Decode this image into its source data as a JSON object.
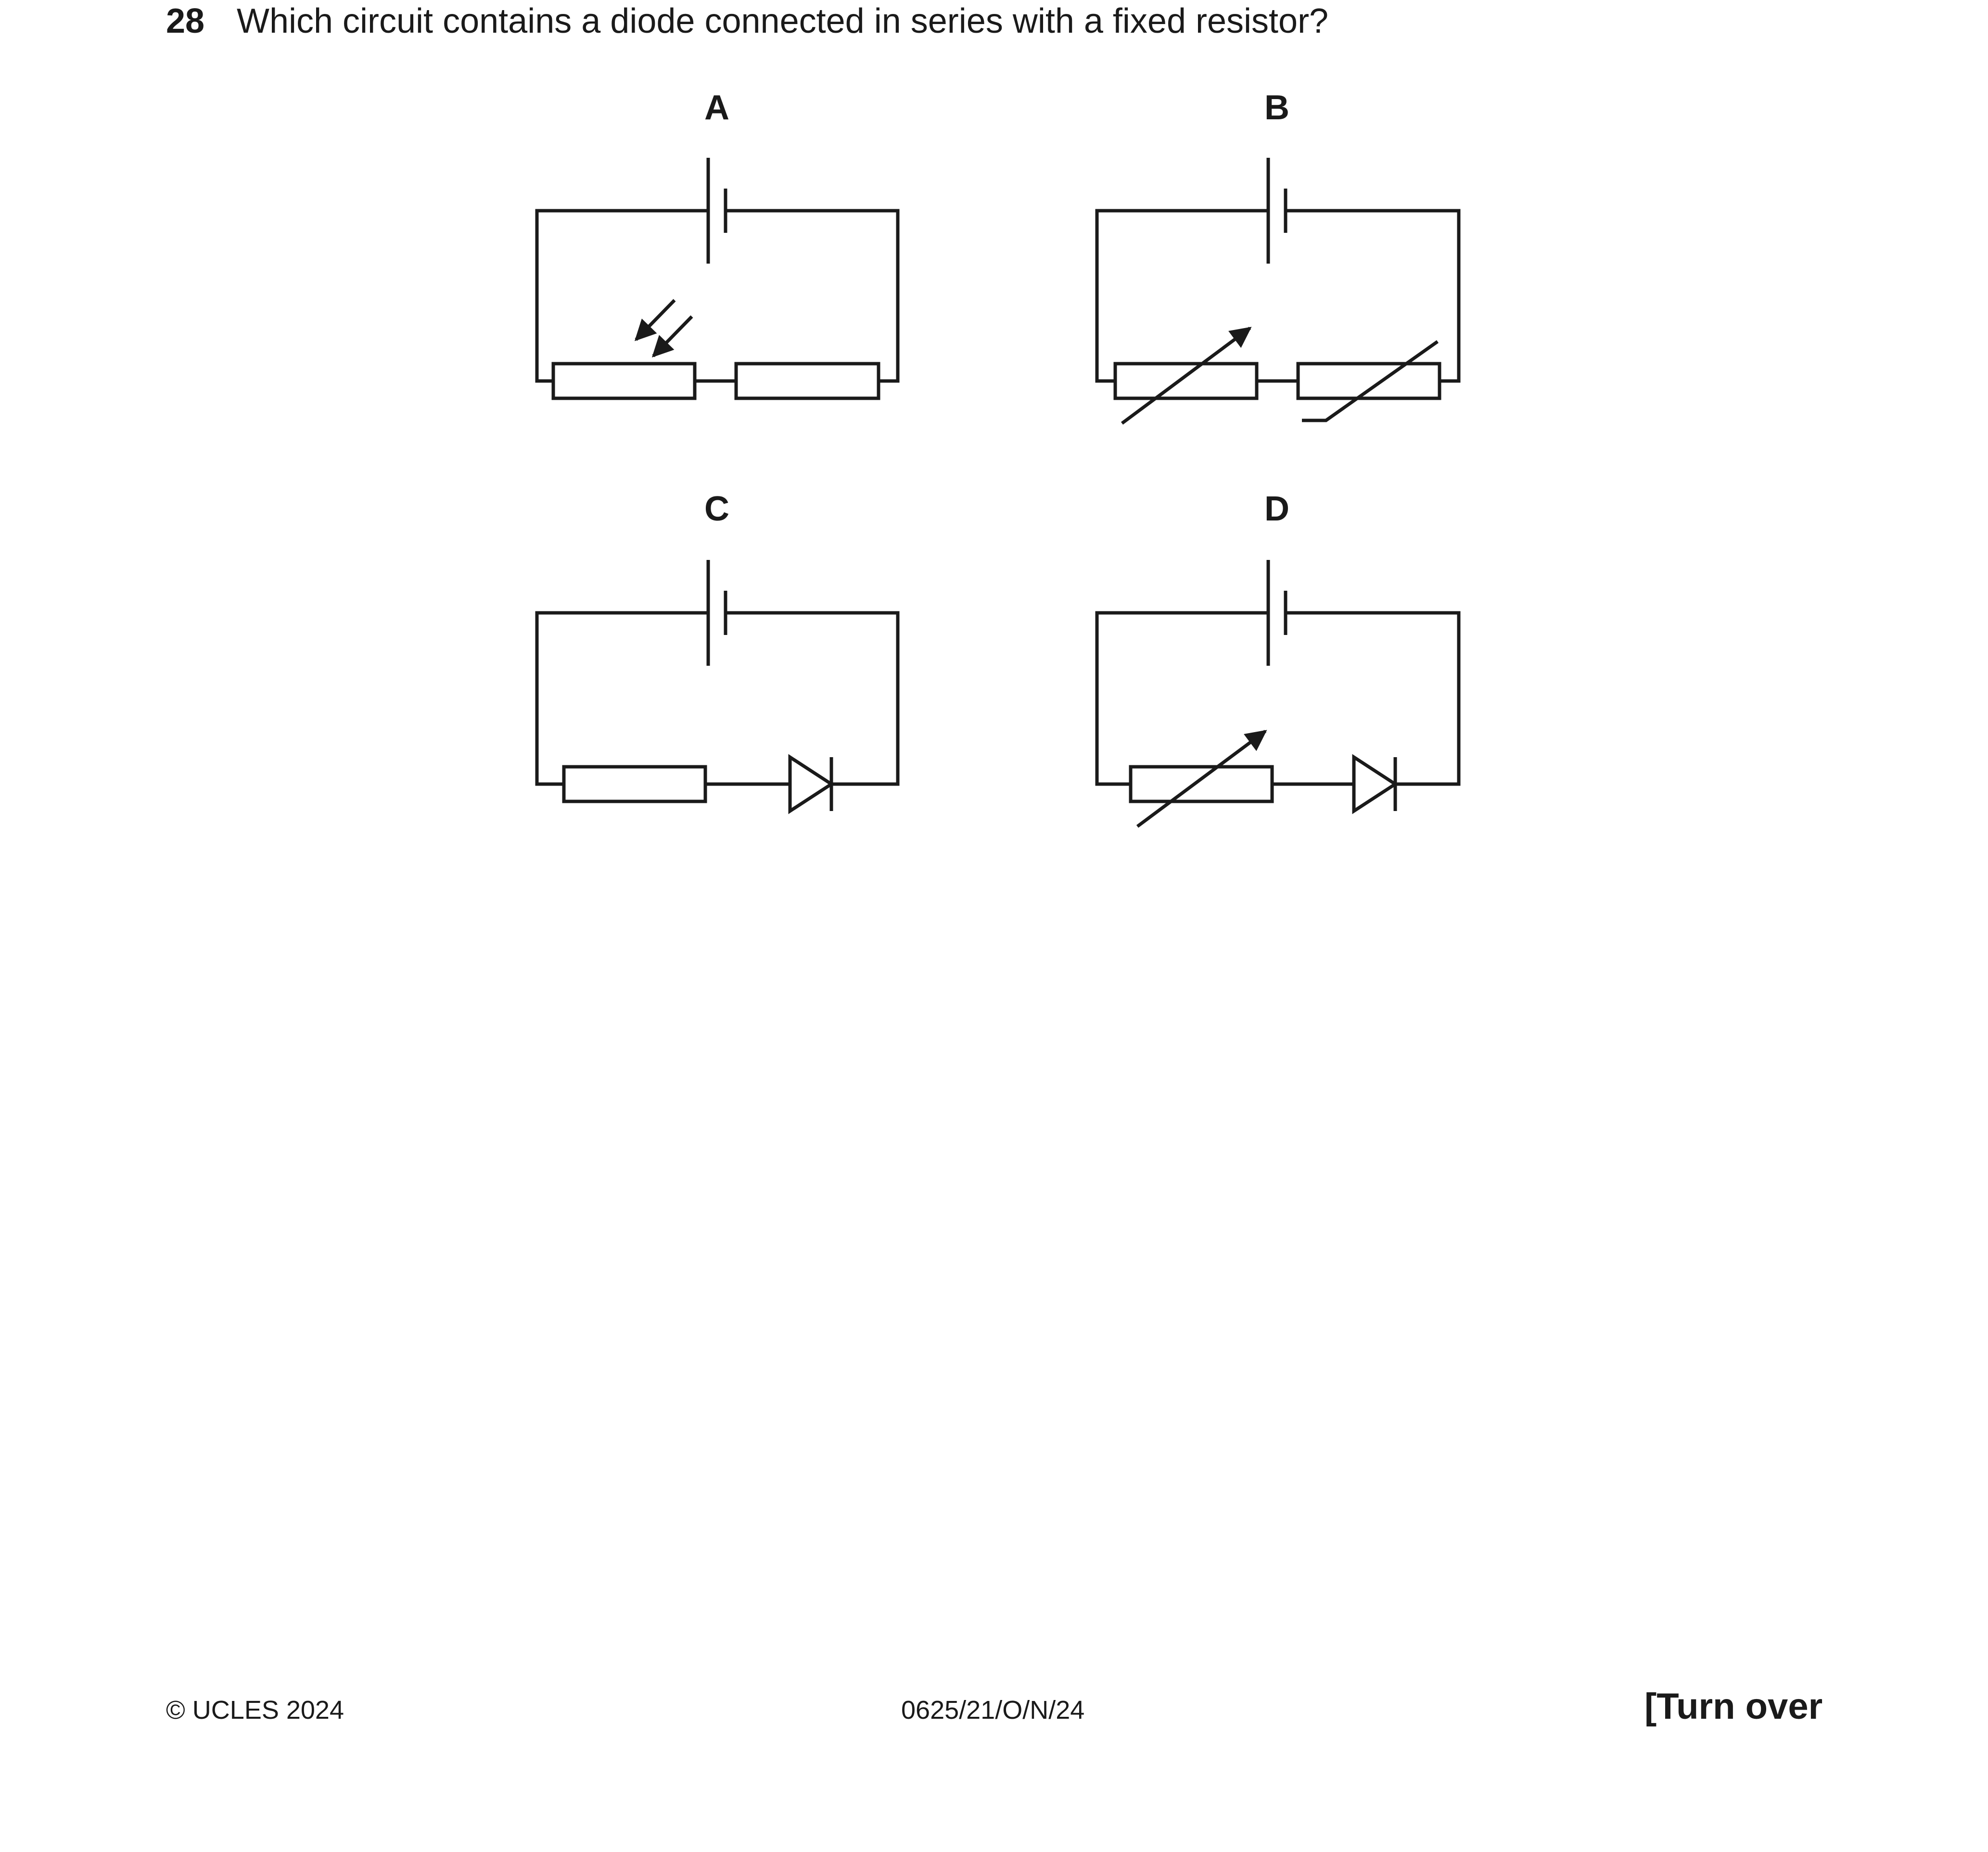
{
  "question": {
    "number": "28",
    "text": "Which circuit contains a diode connected in series with a fixed resistor?"
  },
  "options": [
    {
      "label": "A"
    },
    {
      "label": "B"
    },
    {
      "label": "C"
    },
    {
      "label": "D"
    }
  ],
  "footer": {
    "copyright": "© UCLES 2024",
    "code": "0625/21/O/N/24",
    "turn_over": "[Turn over"
  }
}
